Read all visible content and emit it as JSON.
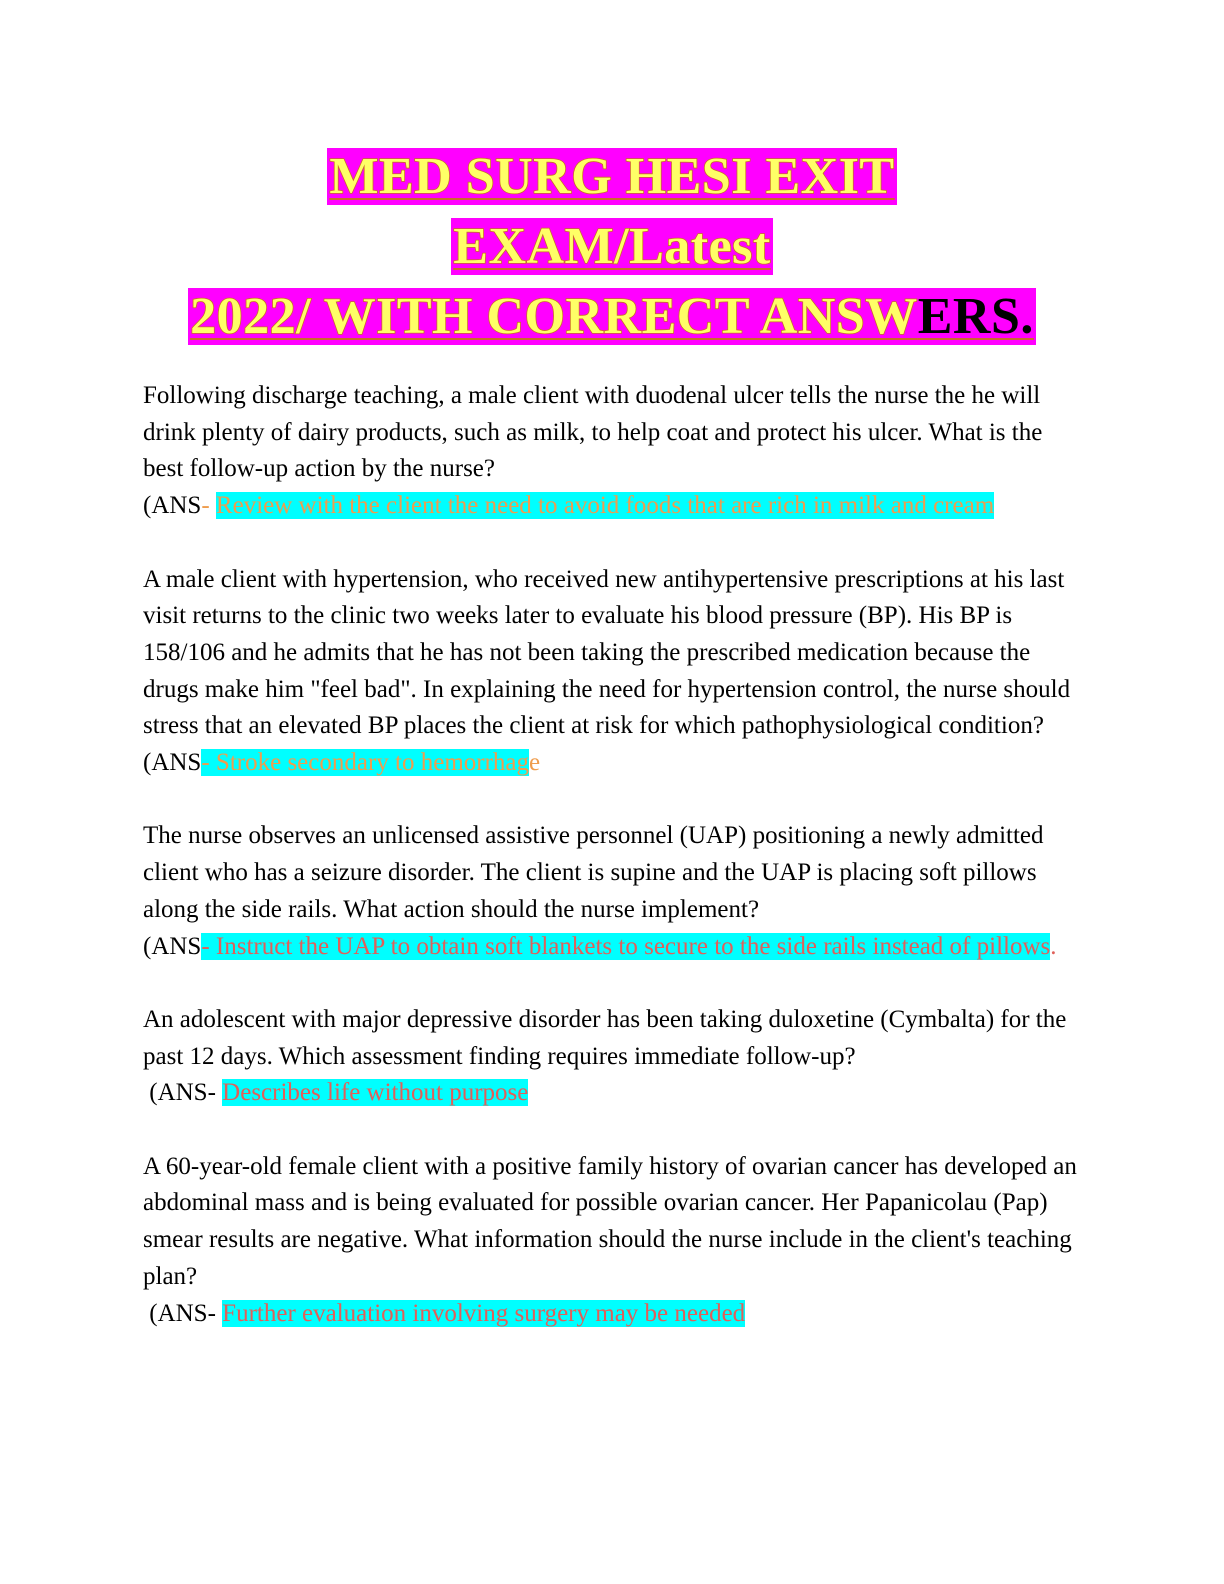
{
  "title": {
    "line1": "MED SURG HESI EXIT ",
    "line2": "EXAM/Latest",
    "line3_main": "2022/ WITH CORRECT ANSW",
    "line3_tail": "ERS."
  },
  "colors": {
    "title_highlight": "#ff00ff",
    "title_text": "#ffff66",
    "answer_highlight": "#00ffff",
    "answer_orange": "#ef9d4e",
    "answer_red": "#e0605a"
  },
  "qa": [
    {
      "question": "Following discharge teaching, a male client with duodenal ulcer tells the nurse the he will drink plenty of dairy products, such as milk, to help coat and protect his ulcer. What is the best follow-up action by the nurse?",
      "ans_prefix": "(ANS",
      "ans_dash": "- ",
      "answer": "Review with the client the need to avoid foods that are rich in milk and cream",
      "ans_suffix": ""
    },
    {
      "question": "A male client with hypertension, who received new antihypertensive prescriptions at his last visit returns to the clinic two weeks later to evaluate his blood pressure (BP). His BP is 158/106 and he admits that he has not been taking the prescribed medication because the drugs make him \"feel bad\". In explaining the need for hypertension control, the nurse should stress that an elevated BP places the client at risk for which pathophysiological condition?",
      "ans_prefix": "(ANS",
      "ans_dash": "",
      "answer": "- Stroke secondary to hemorrhag",
      "ans_suffix": "e"
    },
    {
      "question": "The nurse observes an unlicensed assistive personnel (UAP) positioning a newly admitted client who has a seizure disorder. The client is supine and the UAP is placing soft pillows along the side rails. What action should the nurse implement?",
      "ans_prefix": "(ANS",
      "ans_dash": "",
      "answer": "- Instruct the UAP to obtain soft blankets to secure to the side rails instead of pillows",
      "ans_suffix": "."
    },
    {
      "question": "An adolescent with major depressive disorder has been taking duloxetine (Cymbalta) for the past 12 days. Which assessment finding requires immediate follow-up?",
      "ans_prefix": " (ANS- ",
      "ans_dash": "",
      "answer": "Describes life without purpose",
      "ans_suffix": ""
    },
    {
      "question": "A 60-year-old female client with a positive family history of ovarian cancer has developed an abdominal mass and is being evaluated for possible ovarian cancer. Her Papanicolau (Pap) smear results are negative. What information should the nurse include in the client's teaching plan?",
      "ans_prefix": " (ANS- ",
      "ans_dash": "",
      "answer": "Further evaluation involving surgery may be needed",
      "ans_suffix": ""
    }
  ]
}
